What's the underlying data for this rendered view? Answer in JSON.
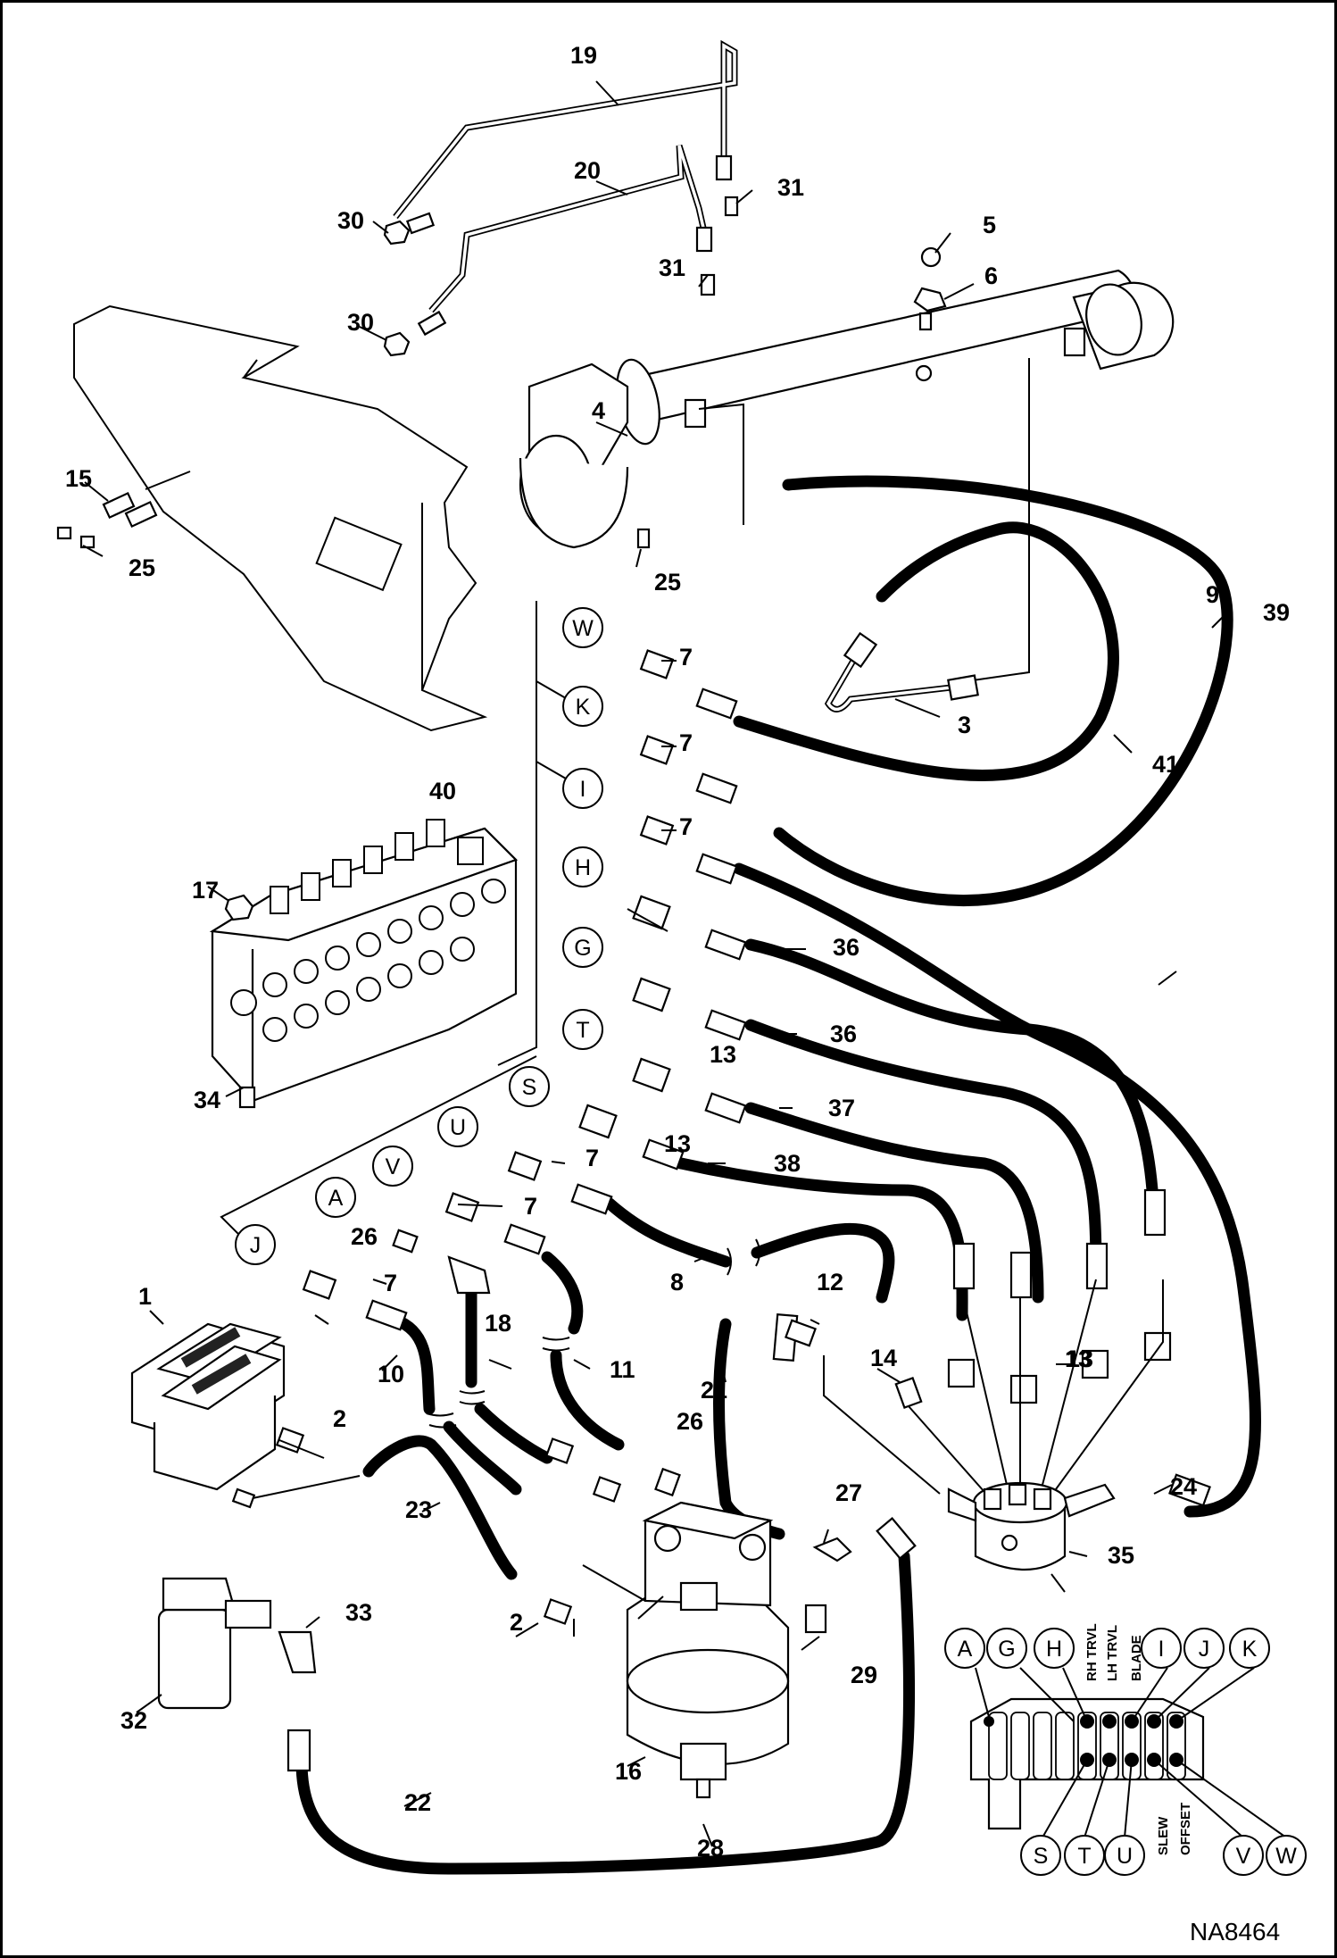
{
  "figure_ref": "NA8464",
  "callouts": [
    "1",
    "2",
    "2",
    "3",
    "4",
    "5",
    "6",
    "7",
    "7",
    "7",
    "7",
    "7",
    "7",
    "8",
    "9",
    "10",
    "11",
    "12",
    "13",
    "13",
    "13",
    "13",
    "14",
    "15",
    "16",
    "17",
    "18",
    "19",
    "20",
    "21",
    "22",
    "23",
    "24",
    "25",
    "25",
    "26",
    "26",
    "27",
    "28",
    "29",
    "30",
    "30",
    "31",
    "31",
    "32",
    "33",
    "34",
    "35",
    "36",
    "36",
    "37",
    "38",
    "39",
    "40",
    "41"
  ],
  "port_circles": [
    "W",
    "K",
    "I",
    "H",
    "G",
    "T",
    "S",
    "U",
    "V",
    "A",
    "J"
  ],
  "valve_legend": {
    "top_ports": [
      "A",
      "G",
      "H",
      "I",
      "J",
      "K"
    ],
    "bottom_ports": [
      "S",
      "T",
      "U",
      "V",
      "W"
    ],
    "function_labels": [
      "RH TRVL",
      "LH TRVL",
      "BLADE",
      "SLEW",
      "OFFSET"
    ]
  }
}
